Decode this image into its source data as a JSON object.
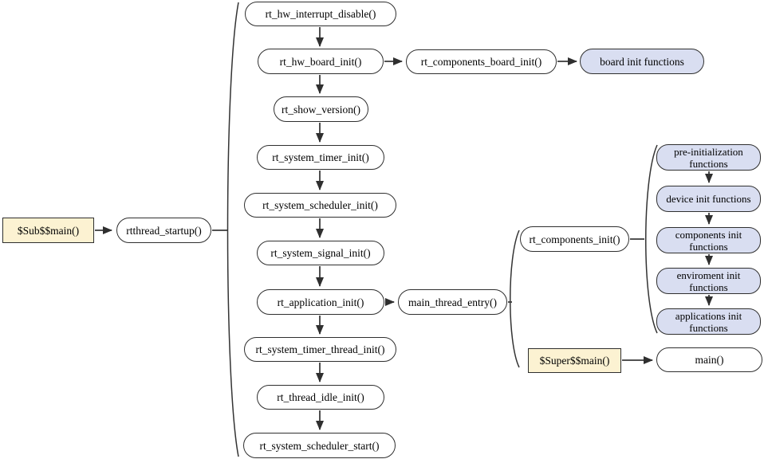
{
  "colors": {
    "background": "#ffffff",
    "node_fill_white": "#ffffff",
    "node_fill_blue": "#d9def1",
    "node_fill_tan": "#fcf2d2",
    "border": "#2f2f2f",
    "arrow": "#3a3a3a",
    "text": "#000000"
  },
  "nodes": {
    "sub_main": {
      "label": "$Sub$$main()"
    },
    "rtthread_startup": {
      "label": "rtthread_startup()"
    },
    "rt_hw_interrupt_disable": {
      "label": "rt_hw_interrupt_disable()"
    },
    "rt_hw_board_init": {
      "label": "rt_hw_board_init()"
    },
    "rt_components_board_init": {
      "label": "rt_components_board_init()"
    },
    "board_init_functions": {
      "label": "board init functions"
    },
    "rt_show_version": {
      "label": "rt_show_version()"
    },
    "rt_system_timer_init": {
      "label": "rt_system_timer_init()"
    },
    "rt_system_scheduler_init": {
      "label": "rt_system_scheduler_init()"
    },
    "rt_system_signal_init": {
      "label": "rt_system_signal_init()"
    },
    "rt_application_init": {
      "label": "rt_application_init()"
    },
    "main_thread_entry": {
      "label": "main_thread_entry()"
    },
    "rt_components_init": {
      "label": "rt_components_init()"
    },
    "rt_system_timer_thread_init": {
      "label": "rt_system_timer_thread_init()"
    },
    "rt_thread_idle_init": {
      "label": "rt_thread_idle_init()"
    },
    "rt_system_scheduler_start": {
      "label": "rt_system_scheduler_start()"
    },
    "super_main": {
      "label": "$Super$$main()"
    },
    "main_fn": {
      "label": "main()"
    },
    "pre_initialization_functions": {
      "label": "pre-initialization functions"
    },
    "device_init_functions": {
      "label": "device init functions"
    },
    "components_init_functions": {
      "label": "components init functions"
    },
    "enviroment_init_functions": {
      "label": "enviroment init functions"
    },
    "applications_init_functions": {
      "label": "applications init functions"
    }
  }
}
